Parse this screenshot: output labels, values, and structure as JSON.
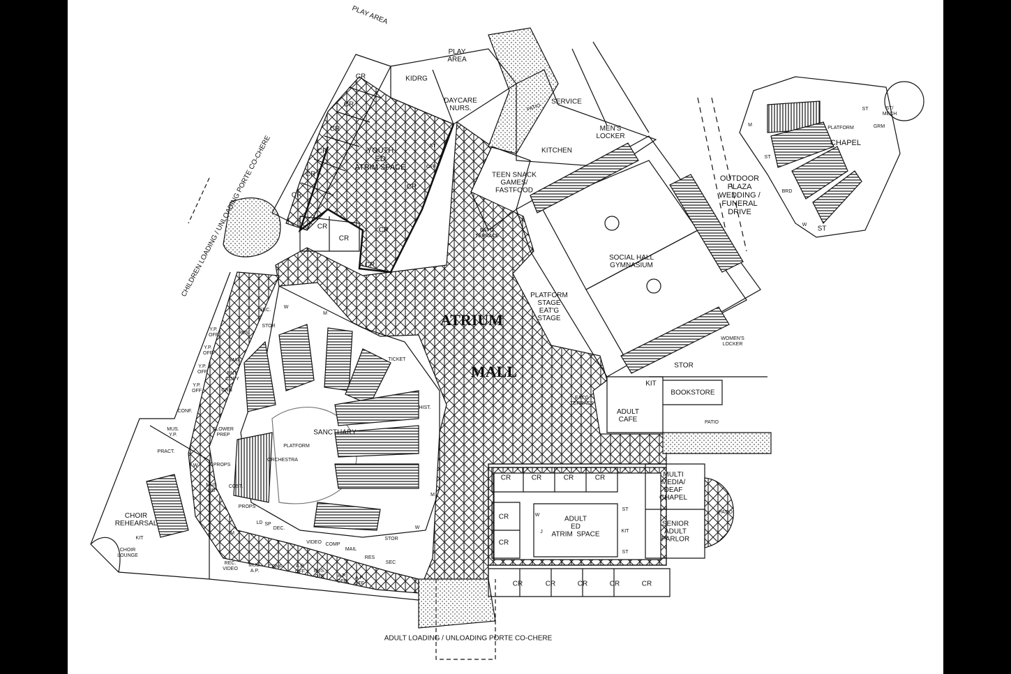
{
  "title_labels": {
    "atrium": "ATRIUM",
    "mall": "MALL"
  },
  "site": {
    "play_area_1": "PLAY AREA",
    "play_area_2": "PLAY\nAREA",
    "children_porte": "CHILDREN LOADING / UNLOADING PORTE CO-CHERE",
    "adult_porte": "ADULT LOADING / UNLOADING PORTE CO-CHERE",
    "outdoor_plaza": "OUTDOOR\nPLAZA\nWEDDING /\nFUNERAL\nDRIVE"
  },
  "youth": {
    "kidrg": "KIDRG",
    "daycare": "DAYCARE\nNURS.",
    "cr": "CR",
    "atrium": "YOUTH\nED\nATRIM SPACE",
    "st": "ST",
    "off": "OFF"
  },
  "service": {
    "patio": "PATIO",
    "service": "SERVICE",
    "mens_locker": "MEN'S\nLOCKER",
    "kitchen": "KITCHEN",
    "teen": "TEEN SNACK\nGAMES/\nFASTFOOD",
    "eatg_terrace": "EAT'G\nTERRACE",
    "gym": "SOCIAL HALL\nGYMNASIUM",
    "stage": "PLATFORM\nSTAGE\nEAT'G\nSTAGE",
    "womens_locker": "WOMEN'S\nLOCKER",
    "stor": "STOR",
    "kit": "KIT",
    "bookstore": "BOOKSTORE",
    "adult_cafe": "ADULT\nCAFE",
    "patio2": "PATIO",
    "eatg_terrace2": "EAT'G\nTERRACE"
  },
  "chapel": {
    "chapel": "CHAPEL",
    "platform": "PLATFORM",
    "st": "ST",
    "st_mech": "ST/\nMECH",
    "grm": "GRM",
    "m": "M",
    "brd": "BRD",
    "w": "W"
  },
  "sanctuary": {
    "sanctuary": "SANCTUARY",
    "platform": "PLATFORM",
    "orchestra": "ORCHESTRA",
    "ticket": "TICKET",
    "hist": "HIST.",
    "choir_rehearsal": "CHOIR\nREHEARSAL",
    "choir_lounge": "CHOIR\nLOUNGE",
    "kit": "KIT"
  },
  "offices": {
    "sec": "SEC.",
    "w": "W",
    "m": "M",
    "stor": "STOR",
    "res": "RES.",
    "yp_off": "Y.P.\nOFF",
    "mail": "MAIL",
    "pnt_copy": "PNT.\nCOPY",
    "grn": "GRN",
    "conf": "CONF.",
    "mus_yp": "MUS.\nY.P.",
    "pract": "PRACT.",
    "flower_prep": "FLOWER\nPREP",
    "props": "PROPS",
    "cost": "COST.",
    "mus_lib": "MUS\nLIB",
    "ld": "LD",
    "sp": "SP",
    "dec": "DEC.",
    "video": "VIDEO",
    "comp": "COMP",
    "res2": "RES",
    "sec2": "SEC",
    "rec_video": "REC.\nVIDEO",
    "mus_ap": "MUS.\nA.P.",
    "ap_off": "A.P.\nOFF",
    "bus_off": "BUS.\nOFF"
  },
  "adult_ed": {
    "cr": "CR",
    "atrium": "ADULT\nED\nATRIM  SPACE",
    "multimedia": "MULTI\nMEDIA/\nDEAF\nCHAPEL",
    "senior": "SENIOR\nADULT\nPARLOR",
    "patio": "PATIO",
    "st": "ST",
    "kit": "KIT",
    "j": "J",
    "w": "W"
  }
}
